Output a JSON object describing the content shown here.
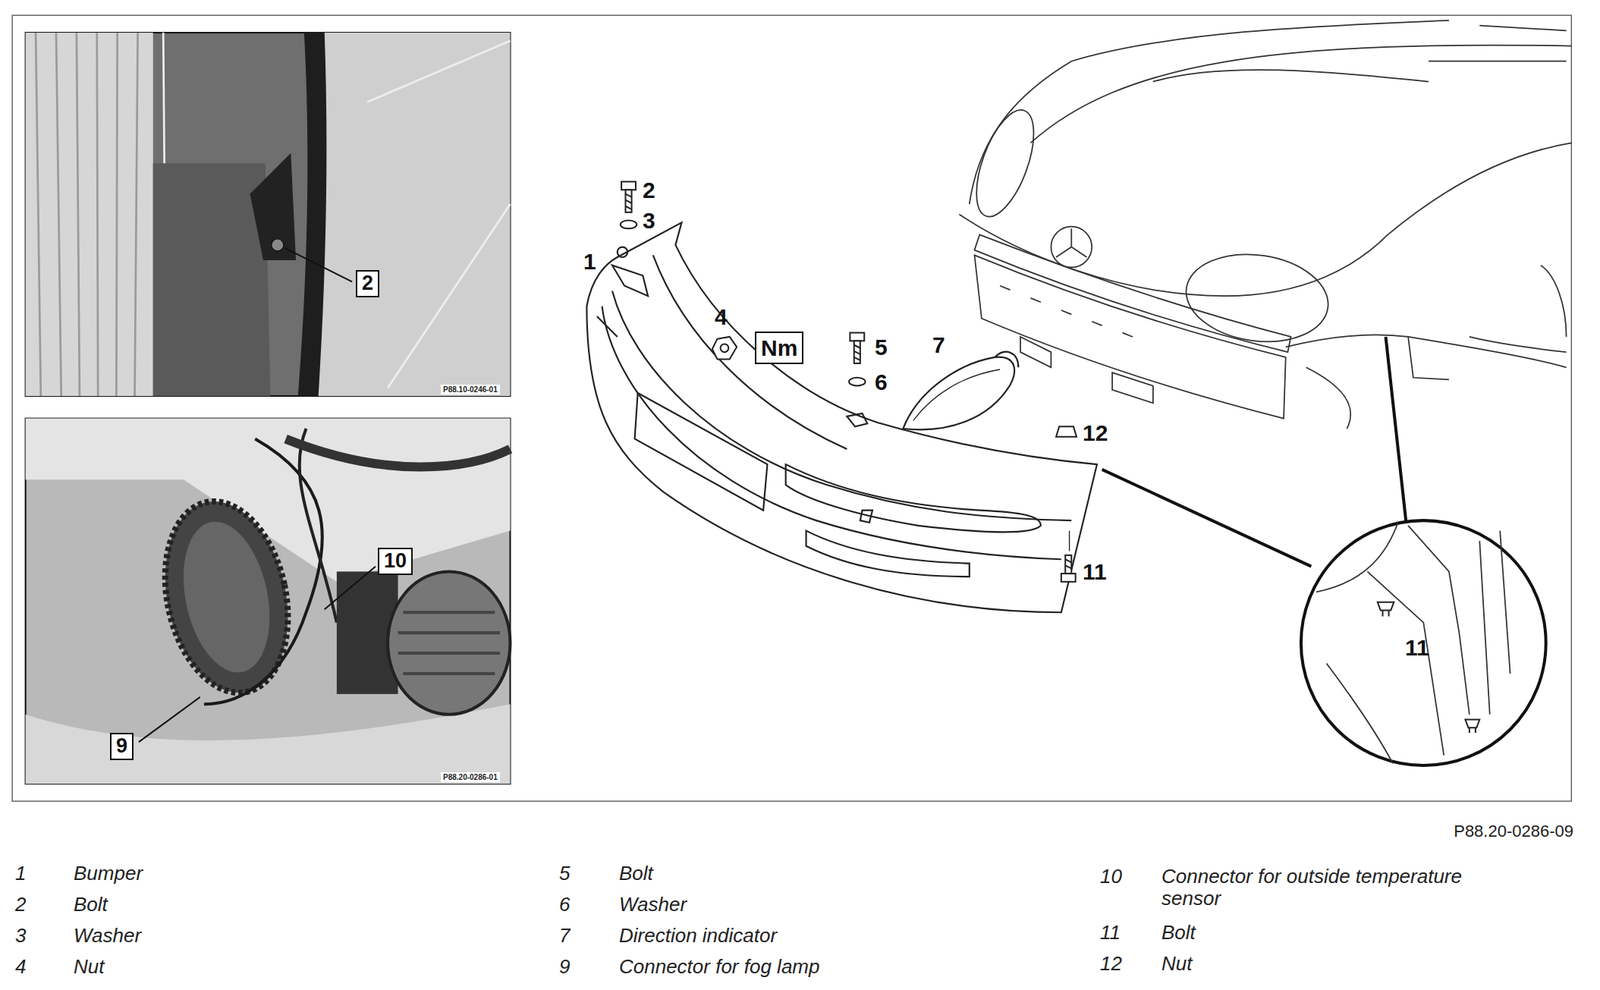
{
  "diagram": {
    "labels": [
      "2",
      "P88.10-0246-01",
      "10",
      "9",
      "P88.20-0286-01",
      "2",
      "3",
      "1",
      "4",
      "Nm",
      "5",
      "6",
      "7",
      "12",
      "11",
      "11",
      "P88.20-0286-09",
      "1",
      "Bumper",
      "2",
      "Bolt",
      "3",
      "Washer",
      "4",
      "Nut",
      "5",
      "Bolt",
      "6",
      "Washer",
      "7",
      "Direction indicator",
      "9",
      "Connector for fog lamp",
      "10",
      "Connector for outside temperature sensor",
      "11",
      "Bolt",
      "12",
      "Nut"
    ]
  }
}
